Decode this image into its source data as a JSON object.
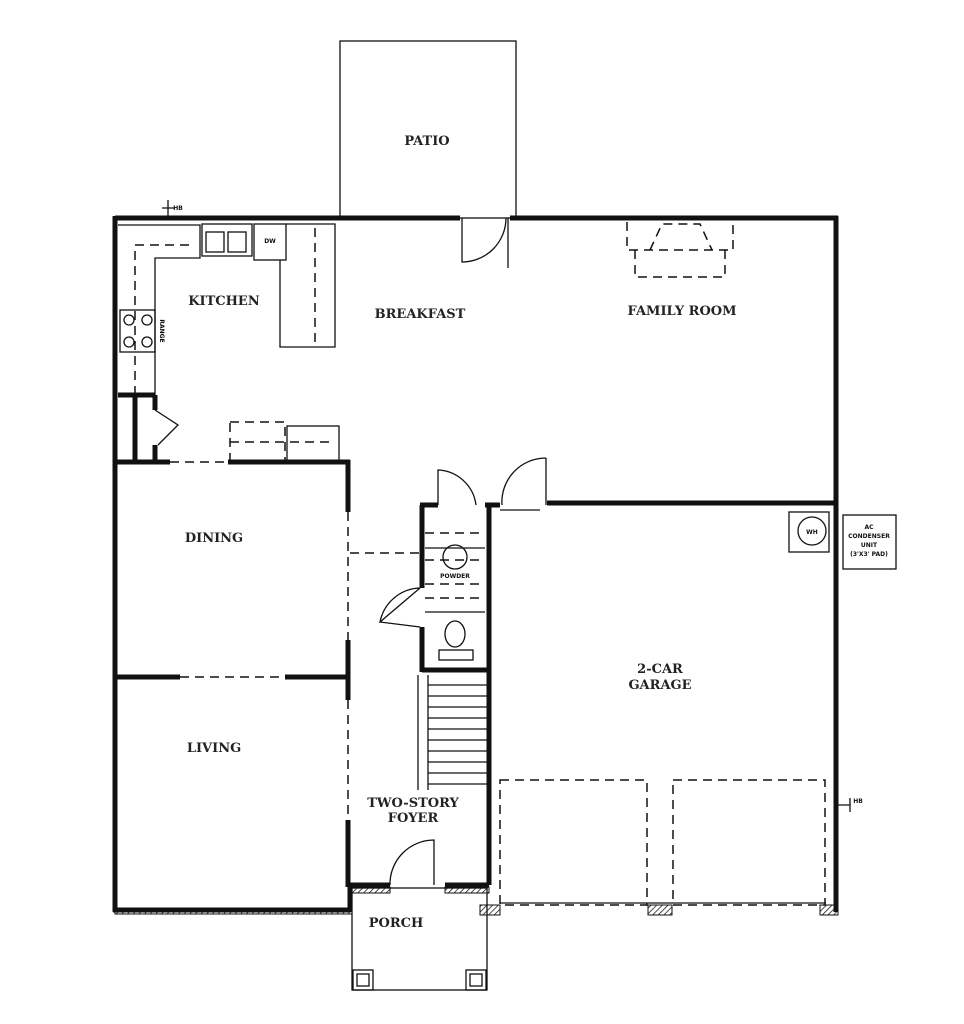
{
  "rooms": {
    "patio": "PATIO",
    "kitchen": "KITCHEN",
    "breakfast": "BREAKFAST",
    "family_room": "FAMILY ROOM",
    "dining": "DINING",
    "living": "LIVING",
    "garage_line1": "2-CAR",
    "garage_line2": "GARAGE",
    "foyer_line1": "TWO-STORY",
    "foyer_line2": "FOYER",
    "porch": "PORCH",
    "powder": "POWDER"
  },
  "fixtures": {
    "range": "RANGE",
    "dishwasher": "DW",
    "water_heater": "WH",
    "hose_bib": "HB",
    "ac_unit": [
      "AC",
      "CONDENSER",
      "UNIT",
      "(3'X3' PAD)"
    ]
  }
}
